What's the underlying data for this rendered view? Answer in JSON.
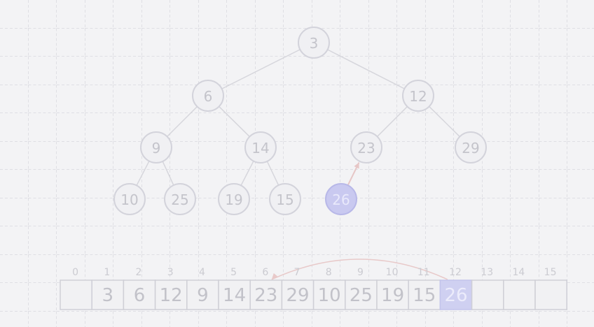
{
  "tree": {
    "nodes": [
      {
        "id": 1,
        "value": "3"
      },
      {
        "id": 2,
        "value": "6"
      },
      {
        "id": 3,
        "value": "12"
      },
      {
        "id": 4,
        "value": "9"
      },
      {
        "id": 5,
        "value": "14"
      },
      {
        "id": 6,
        "value": "23"
      },
      {
        "id": 7,
        "value": "29"
      },
      {
        "id": 8,
        "value": "10"
      },
      {
        "id": 9,
        "value": "25"
      },
      {
        "id": 10,
        "value": "19"
      },
      {
        "id": 11,
        "value": "15"
      },
      {
        "id": 12,
        "value": "26",
        "highlight": true
      }
    ],
    "edges": [
      [
        1,
        2
      ],
      [
        1,
        3
      ],
      [
        2,
        4
      ],
      [
        2,
        5
      ],
      [
        3,
        6
      ],
      [
        3,
        7
      ],
      [
        4,
        8
      ],
      [
        4,
        9
      ],
      [
        5,
        10
      ],
      [
        5,
        11
      ]
    ],
    "sift_arrow": {
      "from": 12,
      "to": 6
    }
  },
  "array": {
    "indices": [
      "0",
      "1",
      "2",
      "3",
      "4",
      "5",
      "6",
      "7",
      "8",
      "9",
      "10",
      "11",
      "12",
      "13",
      "14",
      "15"
    ],
    "cells": [
      "",
      "3",
      "6",
      "12",
      "9",
      "14",
      "23",
      "29",
      "10",
      "25",
      "19",
      "15",
      "26",
      "",
      "",
      ""
    ],
    "highlight_index": 12,
    "swap_arc": {
      "from": 6,
      "to": 12
    }
  },
  "colors": {
    "background": "#f3f3f5",
    "grid_line": "#c9c9d0",
    "node_fill": "#f0f0f3",
    "node_stroke": "#d3d3db",
    "highlight_fill": "#c9c9f0",
    "arrow": "#e6c6c6"
  }
}
